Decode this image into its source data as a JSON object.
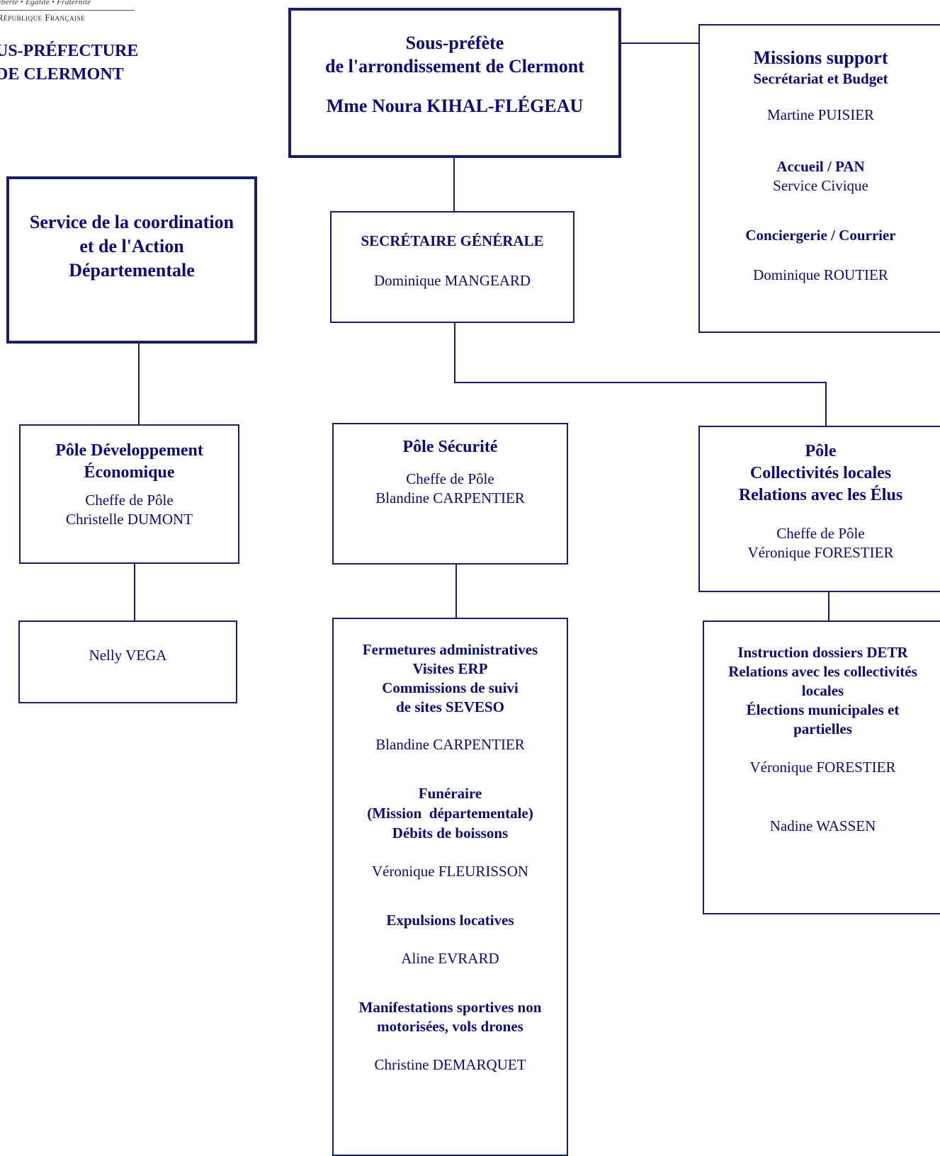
{
  "header": {
    "motto": "Liberté • Égalité • Fraternité",
    "republic": "République Française",
    "office_line1": "US-PRÉFECTURE",
    "office_line2": "DE CLERMONT"
  },
  "top": {
    "title1": "Sous-préfète",
    "title2": "de l'arrondissement de Clermont",
    "name": "Mme Noura KIHAL-FLÉGEAU"
  },
  "support": {
    "title": "Missions support",
    "subtitle": "Secrétariat et Budget",
    "person1": "Martine PUISIER",
    "accueil_title": "Accueil / PAN",
    "accueil_sub": "Service Civique",
    "conciergerie_title": "Conciergerie / Courrier",
    "person2": "Dominique ROUTIER"
  },
  "coordination": {
    "line1": "Service de la coordination",
    "line2": "et de l'Action",
    "line3": "Départementale"
  },
  "secretaire": {
    "title": "SECRÉTAIRE GÉNÉRALE",
    "name": "Dominique MANGEARD"
  },
  "pole_dev": {
    "title1": "Pôle Développement",
    "title2": "Économique",
    "role": "Cheffe de Pôle",
    "name": "Christelle DUMONT"
  },
  "nelly": {
    "name": "Nelly VEGA"
  },
  "pole_securite": {
    "title": "Pôle Sécurité",
    "role": "Cheffe de Pôle",
    "name": "Blandine CARPENTIER"
  },
  "pole_coll": {
    "title1": "Pôle",
    "title2": "Collectivités locales",
    "title3": "Relations avec les Élus",
    "role": "Cheffe de Pôle",
    "name": "Véronique FORESTIER"
  },
  "securite_detail": {
    "s1_l1": "Fermetures administratives",
    "s1_l2": "Visites ERP",
    "s1_l3": "Commissions de suivi",
    "s1_l4": "de sites SEVESO",
    "s1_person": "Blandine CARPENTIER",
    "s2_l1": "Funéraire",
    "s2_l2": "(Mission  départementale)",
    "s2_l3": "Débits de boissons",
    "s2_person": "Véronique FLEURISSON",
    "s3_l1": "Expulsions locatives",
    "s3_person": "Aline EVRARD",
    "s4_l1": "Manifestations sportives non",
    "s4_l2": "motorisées, vols drones",
    "s4_person": "Christine DEMARQUET"
  },
  "coll_detail": {
    "l1": "Instruction dossiers DETR",
    "l2": "Relations avec les collectivités",
    "l3": "locales",
    "l4": "Élections municipales et",
    "l5": "partielles",
    "person1": "Véronique FORESTIER",
    "person2": "Nadine WASSEN"
  }
}
